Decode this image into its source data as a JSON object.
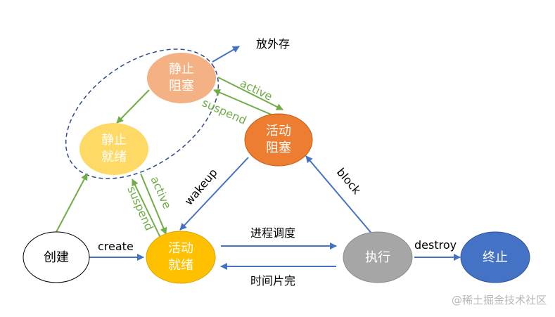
{
  "nodes": {
    "static_blocked": {
      "line1": "静止",
      "line2": "阻塞",
      "fill": "#f4b183"
    },
    "static_ready": {
      "line1": "静止",
      "line2": "就绪",
      "fill": "#ffd966"
    },
    "active_blocked": {
      "line1": "活动",
      "line2": "阻塞",
      "fill": "#ed7d31"
    },
    "active_ready": {
      "line1": "活动",
      "line2": "就绪",
      "fill": "#ffc000"
    },
    "create": {
      "label": "创建",
      "fill": "#ffffff"
    },
    "execute": {
      "label": "执行",
      "fill": "#a6a6a6"
    },
    "terminate": {
      "label": "终止",
      "fill": "#4472c4"
    }
  },
  "edges": {
    "swap_out": "放外存",
    "active_top": "active",
    "suspend_top": "suspend",
    "active_left": "active",
    "suspend_left": "suspend",
    "wakeup": "wakeup",
    "block": "block",
    "create": "create",
    "destroy": "destroy",
    "schedule": "进程调度",
    "timeslice": "时间片完"
  },
  "colors": {
    "green_arrow": "#70ad47",
    "blue_arrow": "#4472c4",
    "dashed_outline": "#2f4a8a"
  },
  "watermark": "@稀土掘金技术社区"
}
